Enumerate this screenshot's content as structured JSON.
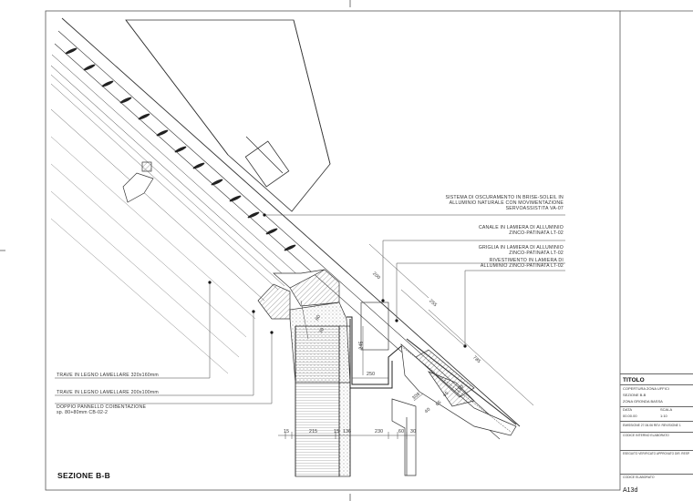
{
  "drawing": {
    "section_title": "SEZIONE B-B",
    "callouts": [
      {
        "id": "brise",
        "lines": [
          "SISTEMA DI OSCURAMENTO IN BRISE-SOLEIL IN",
          "ALLUMINIO NATURALE CON MOVIMENTAZIONE",
          "SERVOASSISTITA VA-07"
        ]
      },
      {
        "id": "canale",
        "lines": [
          "CANALE IN LAMIERA DI ALLUMINIO",
          "ZINCO-PATINATA LT-02"
        ]
      },
      {
        "id": "griglia",
        "lines": [
          "GRIGLIA IN LAMIERA DI ALLUMINIO",
          "ZINCO-PATINATA LT-02"
        ]
      },
      {
        "id": "rivestimento",
        "lines": [
          "RIVESTIMENTO IN LAMIERA DI",
          "ALLUMINIO ZINCO-PATINATA LT-02"
        ]
      },
      {
        "id": "trave1",
        "lines": [
          "TRAVE IN LEGNO LAMELLARE 320x160mm"
        ]
      },
      {
        "id": "trave2",
        "lines": [
          "TRAVE IN LEGNO LAMELLARE 200x100mm"
        ]
      },
      {
        "id": "pannello",
        "lines": [
          "DOPPIO PANNELLO COIBENTAZIONE",
          "sp. 80+80mm CB-02-2"
        ]
      }
    ],
    "dimensions": {
      "bottom": [
        "15",
        "215",
        "15",
        "136",
        "230",
        "60",
        "30"
      ],
      "gutter_width": "250",
      "gutter_height": "245",
      "upper_a": "200",
      "upper_b": "255",
      "slope_length": "785",
      "misc": [
        "80",
        "30",
        "308",
        "40",
        "65",
        "45",
        "150"
      ]
    }
  },
  "title_block": {
    "title": "TITOLO",
    "subtitle_lines": [
      "COPERTURA ZONA UFFICI",
      "SEZIONE B-B",
      "ZONA GRONDA BASSA"
    ],
    "fields": [
      {
        "label": "DATA",
        "value": "00.00.00"
      },
      {
        "label": "SCALA",
        "value": "1:10"
      }
    ],
    "revision_row": "EMISSIONE  27.06.06   REV.  REVISIONE 1",
    "code_label": "CODICE INTERNO ELABORATO",
    "approval": "ESEGUITO  VERIFICATO  APPROVATO  DIR. RESP.",
    "code_label_2": "CODICE ELABORATO",
    "sheet_number": "A13d"
  }
}
